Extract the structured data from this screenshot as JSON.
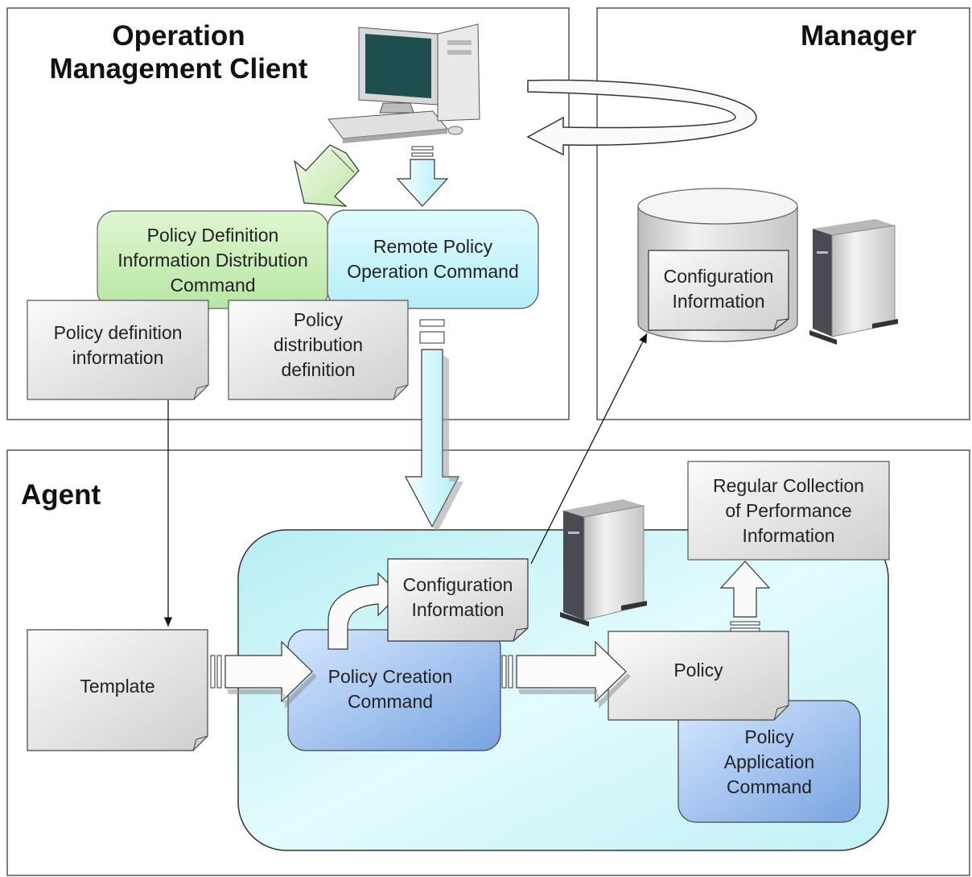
{
  "regions": {
    "client_title": "Operation\nManagement Client",
    "manager_title": "Manager",
    "agent_title": "Agent"
  },
  "nodes": {
    "policy_def_dist_cmd": "Policy Definition\nInformation Distribution\nCommand",
    "remote_policy_op_cmd": "Remote Policy\nOperation Command",
    "policy_def_info": "Policy definition\ninformation",
    "policy_dist_def": "Policy\ndistribution\ndefinition",
    "manager_config_info": "Configuration\nInformation",
    "regular_collection": "Regular Collection\nof Performance\nInformation",
    "agent_config_info": "Configuration\nInformation",
    "template": "Template",
    "policy_creation_cmd": "Policy Creation\nCommand",
    "policy": "Policy",
    "policy_application_cmd": "Policy\nApplication\nCommand"
  },
  "icons": {
    "client": "desktop-computer-icon",
    "manager_db": "database-cylinder-icon",
    "server": "tower-server-icon"
  },
  "colors": {
    "green_box": "#c8ecb8",
    "cyan_box": "#c6f2fa",
    "agent_area": "#c9f4f8",
    "blue_box": "#8eb6ea",
    "doc_gray": "#dedede"
  }
}
